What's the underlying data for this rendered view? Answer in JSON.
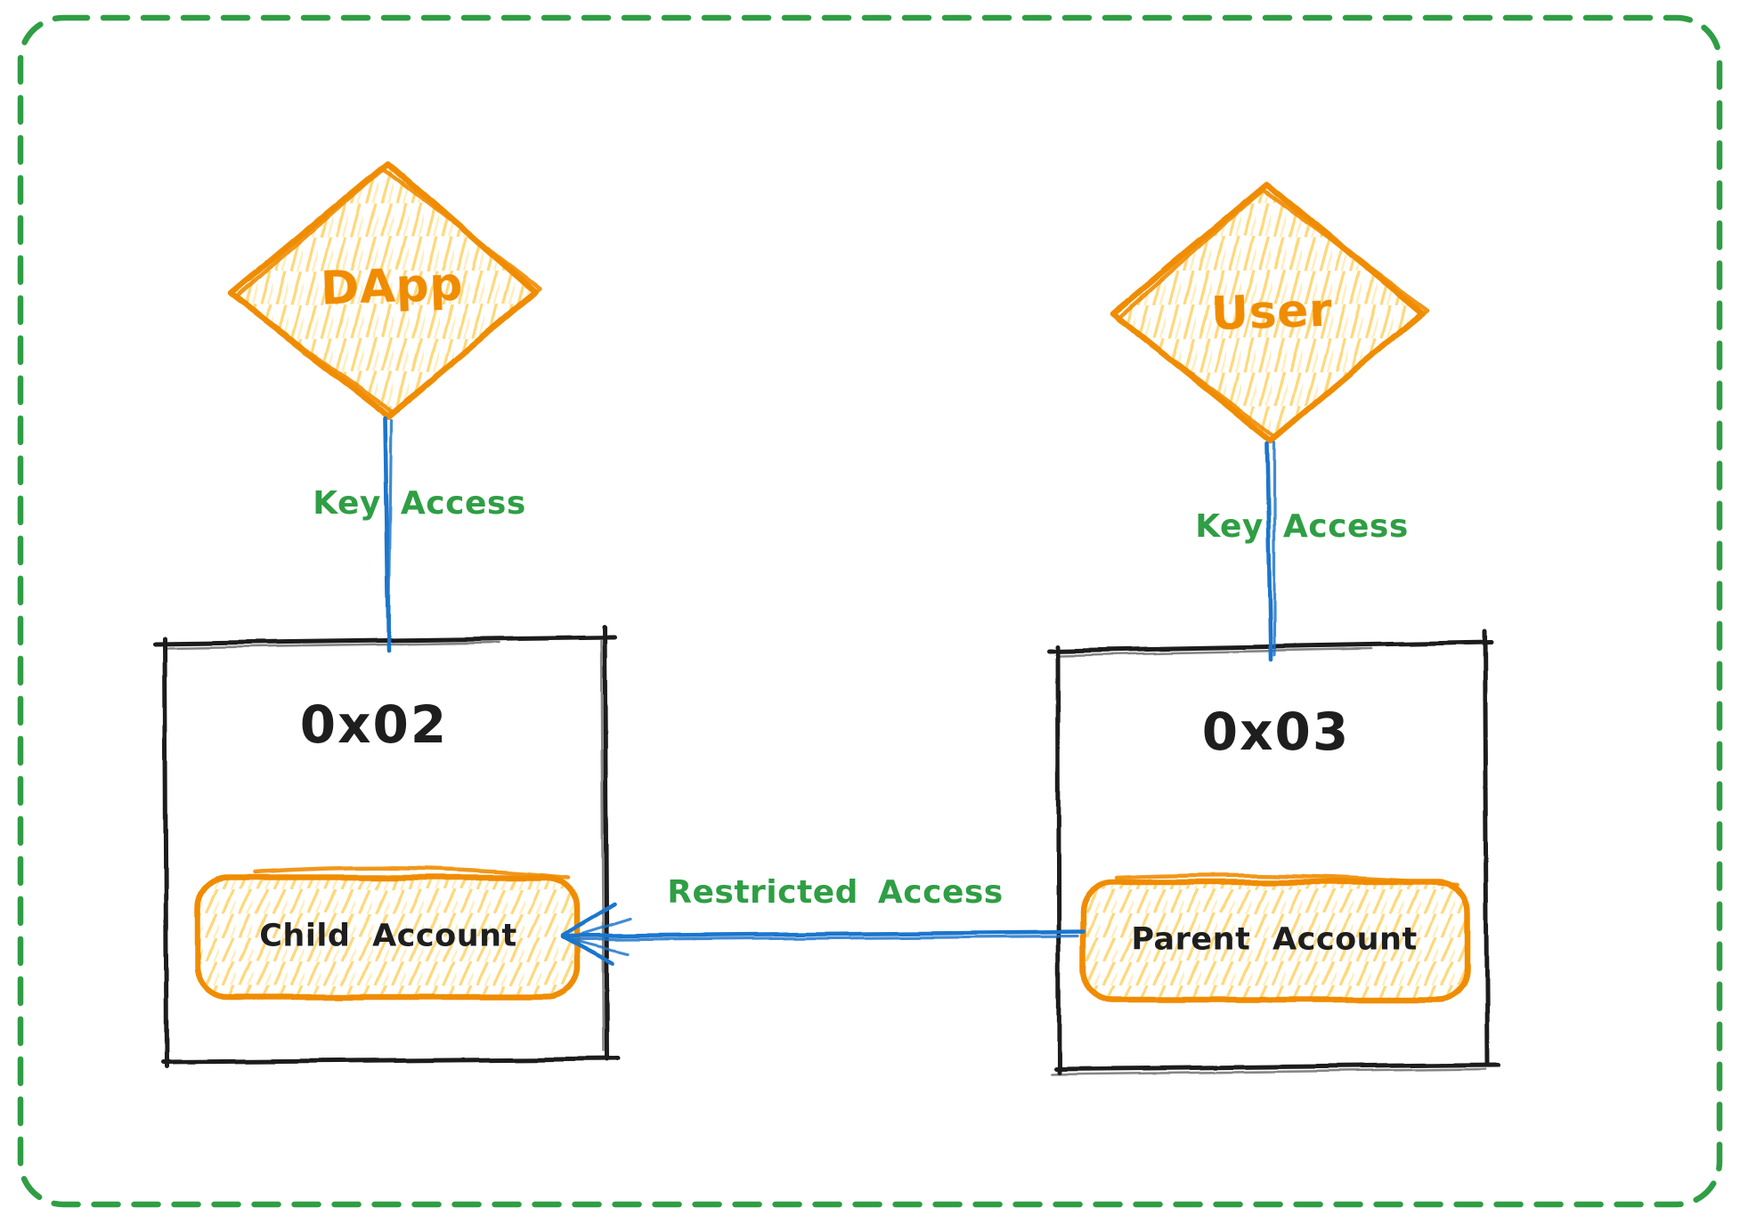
{
  "diagram": {
    "nodes": {
      "dapp": {
        "label": "DApp",
        "shape": "diamond"
      },
      "user": {
        "label": "User",
        "shape": "diamond"
      },
      "left_box": {
        "label": "0x02",
        "shape": "rectangle"
      },
      "right_box": {
        "label": "0x03",
        "shape": "rectangle"
      },
      "child_account": {
        "label": "Child Account",
        "shape": "rounded-rectangle"
      },
      "parent_account": {
        "label": "Parent Account",
        "shape": "rounded-rectangle"
      }
    },
    "edges": {
      "dapp_key_access": {
        "label": "Key Access",
        "from": "dapp",
        "to": "left_box"
      },
      "user_key_access": {
        "label": "Key Access",
        "from": "user",
        "to": "right_box"
      },
      "restricted_access": {
        "label": "Restricted Access",
        "from": "parent_account",
        "to": "child_account",
        "arrow": "left"
      }
    },
    "colors": {
      "border_green": "#2f9e44",
      "label_green": "#2f9e44",
      "orange": "#f08c00",
      "fill_yellow": "#ffd87a",
      "fill_yellow_light": "#ffeec2",
      "blue": "#1c76cc",
      "ink_black": "#1e1e1e",
      "background": "#ffffff"
    }
  }
}
